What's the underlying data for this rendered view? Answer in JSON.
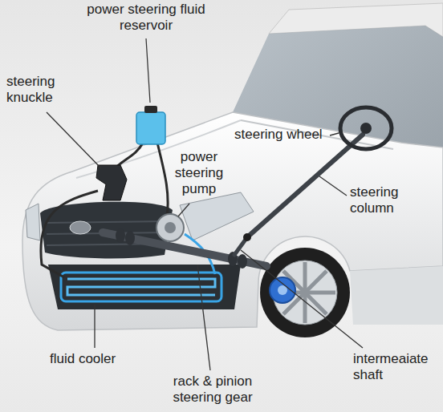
{
  "diagram": {
    "labels": [
      "power steering fluid reservoir",
      "steering knuckle",
      "steering wheel",
      "power steering pump",
      "steering column",
      "fluid cooler",
      "rack & pinion steering gear",
      "intermeaiate shaft"
    ]
  }
}
